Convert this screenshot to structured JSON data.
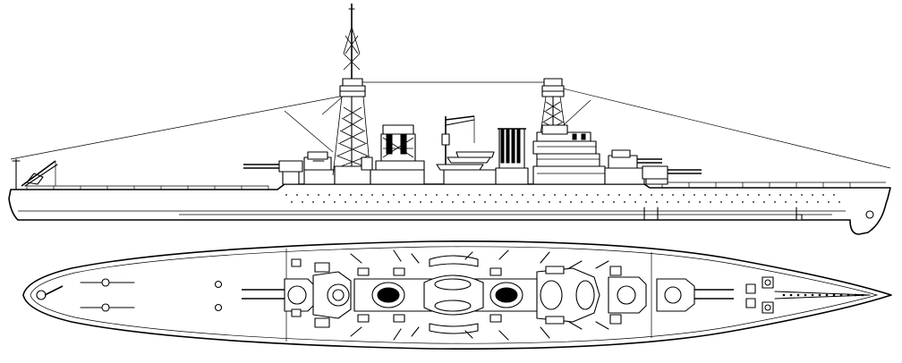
{
  "drawing": {
    "views": [
      {
        "id": "side-profile",
        "kind": "elevation"
      },
      {
        "id": "plan-view",
        "kind": "top-down"
      }
    ],
    "colors": {
      "line": "#000000",
      "background": "#ffffff"
    }
  }
}
